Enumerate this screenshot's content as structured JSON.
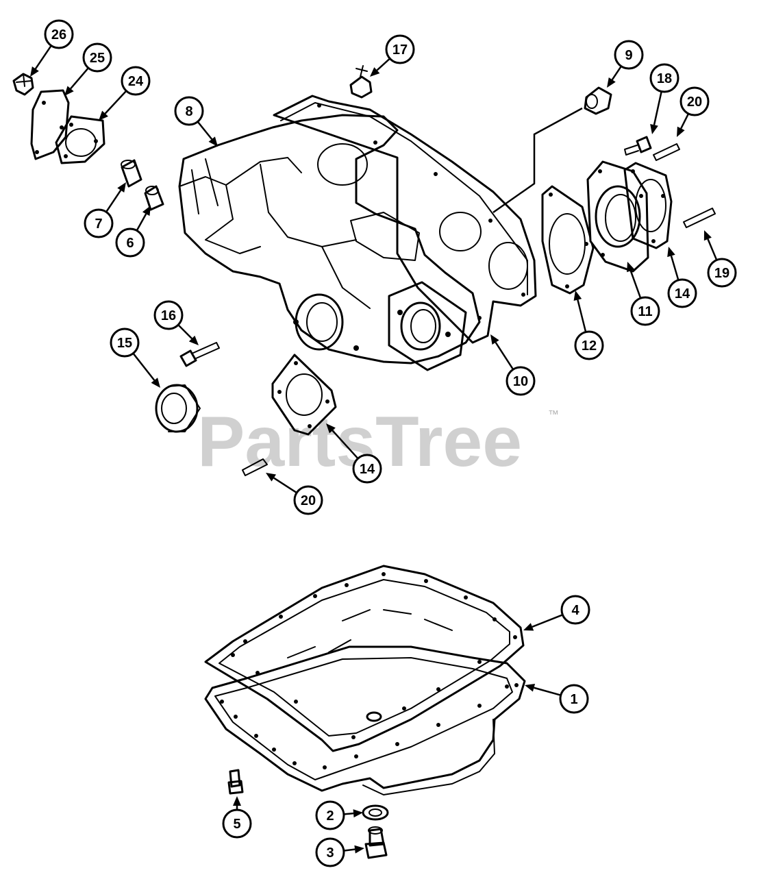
{
  "watermark": {
    "text": "PartsTree",
    "trademark": "™"
  },
  "callouts": [
    {
      "id": "c26a",
      "label": "26"
    },
    {
      "id": "c25",
      "label": "25"
    },
    {
      "id": "c24",
      "label": "24"
    },
    {
      "id": "c8",
      "label": "8"
    },
    {
      "id": "c17",
      "label": "17"
    },
    {
      "id": "c9",
      "label": "9"
    },
    {
      "id": "c18",
      "label": "18"
    },
    {
      "id": "c20a",
      "label": "20"
    },
    {
      "id": "c7",
      "label": "7"
    },
    {
      "id": "c6",
      "label": "6"
    },
    {
      "id": "c19",
      "label": "19"
    },
    {
      "id": "c14a",
      "label": "14"
    },
    {
      "id": "c11",
      "label": "11"
    },
    {
      "id": "c12",
      "label": "12"
    },
    {
      "id": "c10",
      "label": "10"
    },
    {
      "id": "c16",
      "label": "16"
    },
    {
      "id": "c15",
      "label": "15"
    },
    {
      "id": "c14b",
      "label": "14"
    },
    {
      "id": "c20b",
      "label": "20"
    },
    {
      "id": "c4",
      "label": "4"
    },
    {
      "id": "c1",
      "label": "1"
    },
    {
      "id": "c5",
      "label": "5"
    },
    {
      "id": "c2",
      "label": "2"
    },
    {
      "id": "c3",
      "label": "3"
    }
  ]
}
